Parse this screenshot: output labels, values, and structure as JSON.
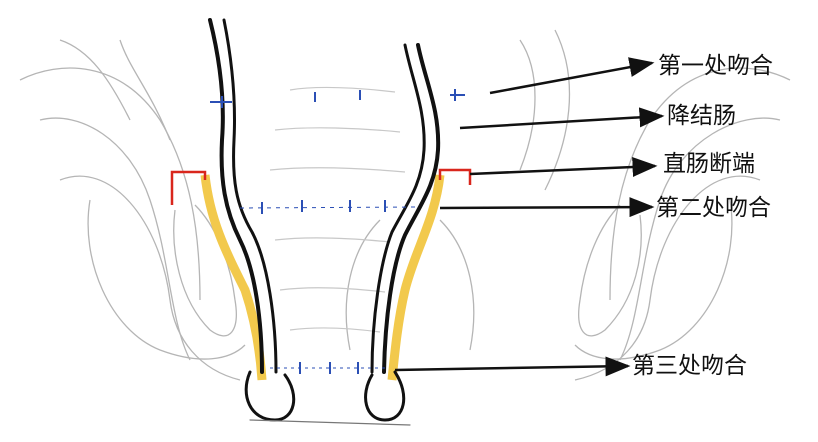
{
  "labels": {
    "first_anastomosis": "第一处吻合",
    "descending_colon": "降结肠",
    "rectal_stump": "直肠断端",
    "second_anastomosis": "第二处吻合",
    "third_anastomosis": "第三处吻合"
  },
  "colors": {
    "wall": "#111111",
    "fat_layer": "#f2c94c",
    "stump_cut": "#d9261c",
    "suture": "#2b4fb5",
    "sketch": "#b5b5b5"
  }
}
